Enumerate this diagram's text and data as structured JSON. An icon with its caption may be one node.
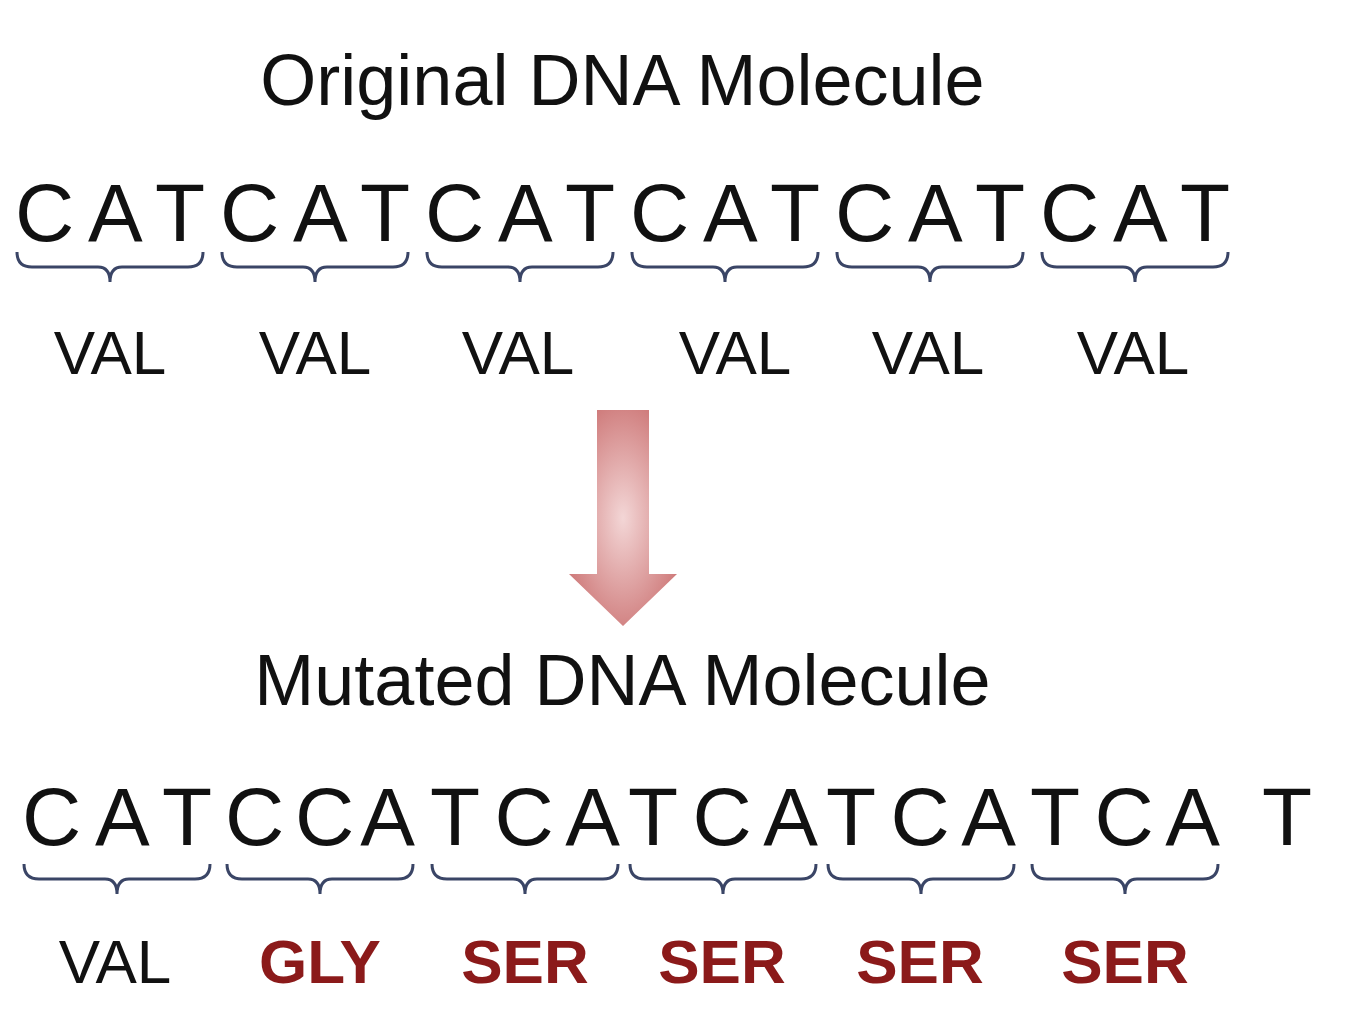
{
  "diagram": {
    "nodes": [
      {
        "text": [
          "Original DNA Molecule"
        ]
      },
      {
        "text": [
          "Mutated DNA Molecule"
        ]
      }
    ],
    "edges": [
      {
        "from": null,
        "to": 1,
        "arrow": "to",
        "style": "thick"
      }
    ],
    "labels": [
      "C A T",
      "C A T",
      "C A T",
      "C A T",
      "C A T",
      "C A T",
      "VAL",
      "VAL",
      "VAL",
      "VAL",
      "VAL",
      "VAL",
      "C A T",
      "C C A",
      "T C A",
      "T C A",
      "T C A",
      "T C A",
      "T",
      "VAL",
      "GLY",
      "SER",
      "SER",
      "SER",
      "SER"
    ]
  }
}
